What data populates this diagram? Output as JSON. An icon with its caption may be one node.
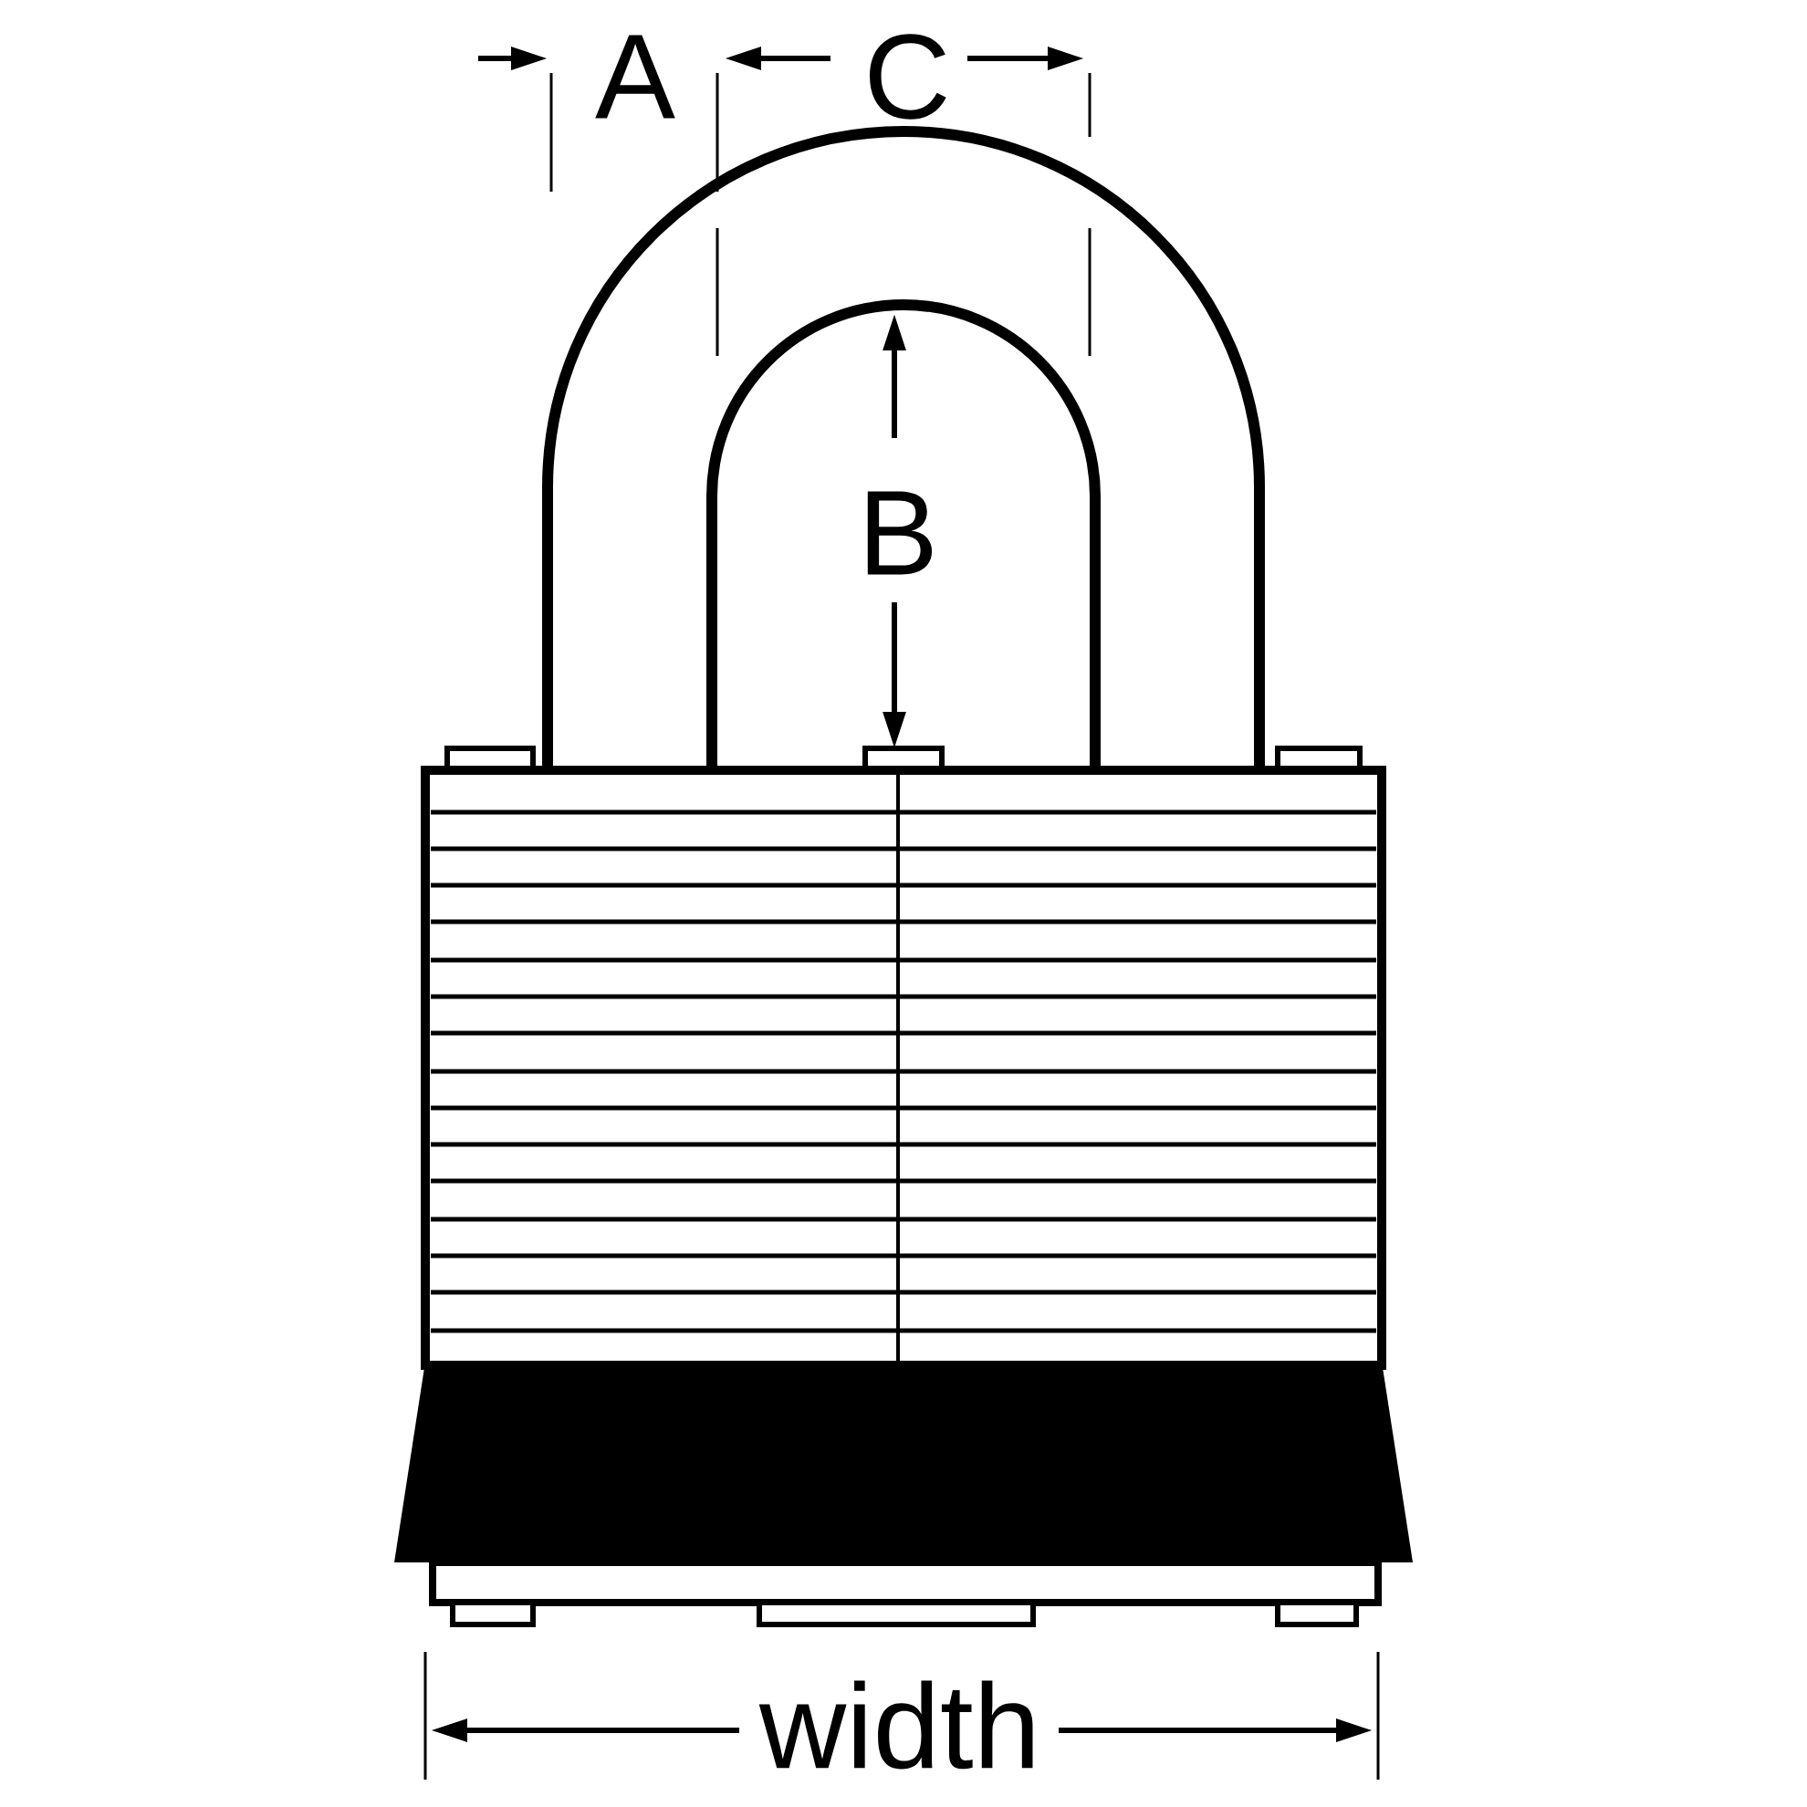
{
  "diagram": {
    "labels": [
      "A",
      "C",
      "B",
      "width"
    ]
  }
}
